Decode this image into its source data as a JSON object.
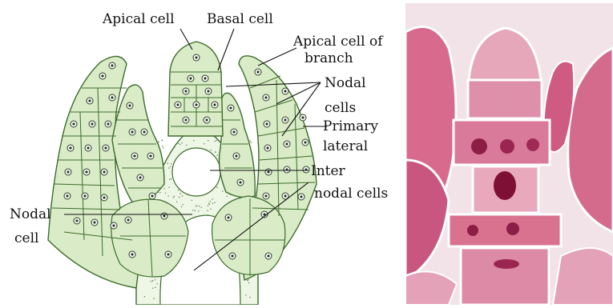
{
  "diagram": {
    "labels": {
      "apical_cell": "Apical cell",
      "basal_cell": "Basal cell",
      "apical_cell_of_branch_1": "Apical cell of",
      "apical_cell_of_branch_2": "branch",
      "nodal_cells_1": "Nodal",
      "nodal_cells_2": "cells",
      "primary_lateral_1": "Primary",
      "primary_lateral_2": "lateral",
      "inter_nodal_1": "Inter",
      "inter_nodal_2": "nodal cells",
      "nodal_cell_1": "Nodal",
      "nodal_cell_2": "cell"
    },
    "colors": {
      "cell_fill": "#d9ecc7",
      "cell_outline": "#3d6b2c",
      "nucleus": "#2a3b22",
      "micrograph_bg": "#f2e6ea",
      "micrograph_tissue": "#c24a73",
      "micrograph_dark": "#7d1034"
    },
    "panels": [
      "line-drawing",
      "stained-micrograph"
    ]
  }
}
